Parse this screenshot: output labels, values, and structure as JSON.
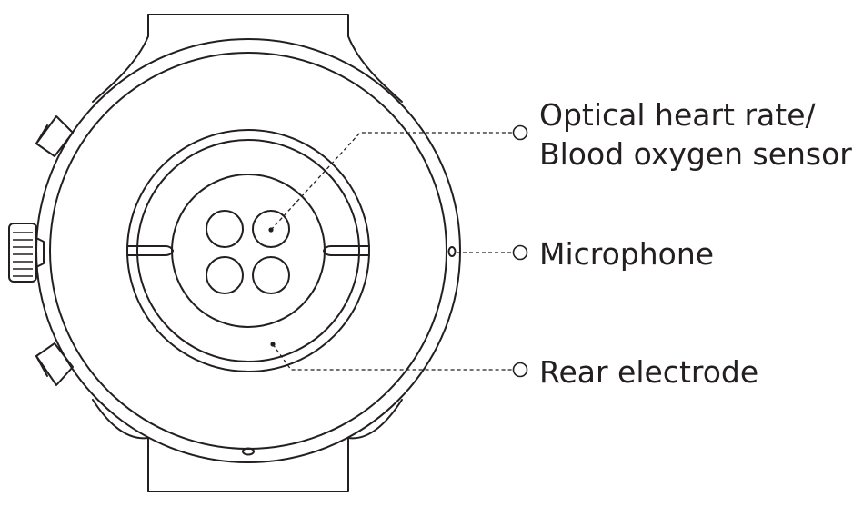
{
  "callouts": {
    "optical_sensor_line1": "Optical heart rate/",
    "optical_sensor_line2": "Blood oxygen sensor",
    "microphone": "Microphone",
    "rear_electrode": "Rear electrode"
  },
  "colors": {
    "stroke": "#231f20",
    "background": "#ffffff"
  }
}
